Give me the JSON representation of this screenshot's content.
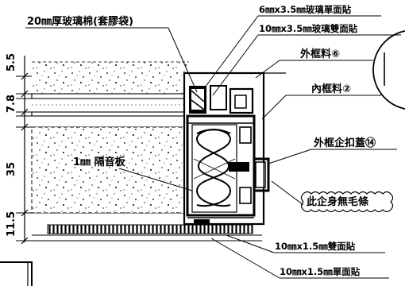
{
  "labels": {
    "glass_wool": "20㎜厚玻璃棉(套膠袋)",
    "glass_single_6": "6㎜x3.5㎜玻璃單面貼",
    "glass_double_10": "10㎜x3.5㎜玻璃雙面貼",
    "outer_frame": "外框料⑥",
    "inner_frame": "內框料②",
    "outer_cap": "外框企扣蓋⑭",
    "no_brush": "此企身無毛條",
    "soundboard": "1㎜ 隔音板",
    "double_10_15": "10㎜x1.5㎜雙面貼",
    "single_10_15": "10㎜x1.5㎜單面貼"
  },
  "dimensions": [
    "5.5",
    "7.8",
    "35",
    "11.5"
  ]
}
